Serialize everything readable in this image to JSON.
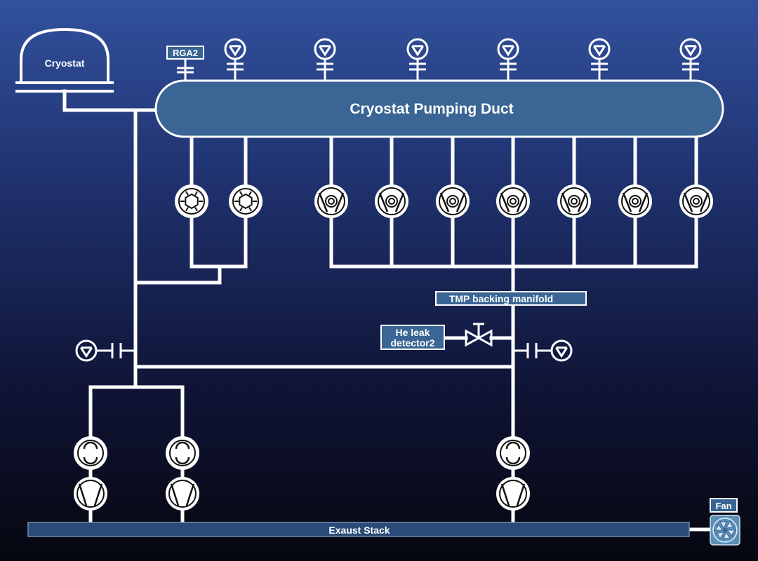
{
  "labels": {
    "cryostat": "Cryostat",
    "rga": "RGA2",
    "duct": "Cryostat Pumping Duct",
    "manifold": "TMP backing manifold",
    "leak_detector_line1": "He leak",
    "leak_detector_line2": "detector2",
    "exhaust": "Exaust Stack",
    "fan": "Fan"
  },
  "colors": {
    "background_top": "#31519e",
    "background_bottom": "#06070f",
    "duct_fill": "#3a6594",
    "label_box": "#3a6594",
    "exhaust_fill": "#2a4a78",
    "fan_fill": "#5a8fb8",
    "pipe": "#ffffff"
  }
}
